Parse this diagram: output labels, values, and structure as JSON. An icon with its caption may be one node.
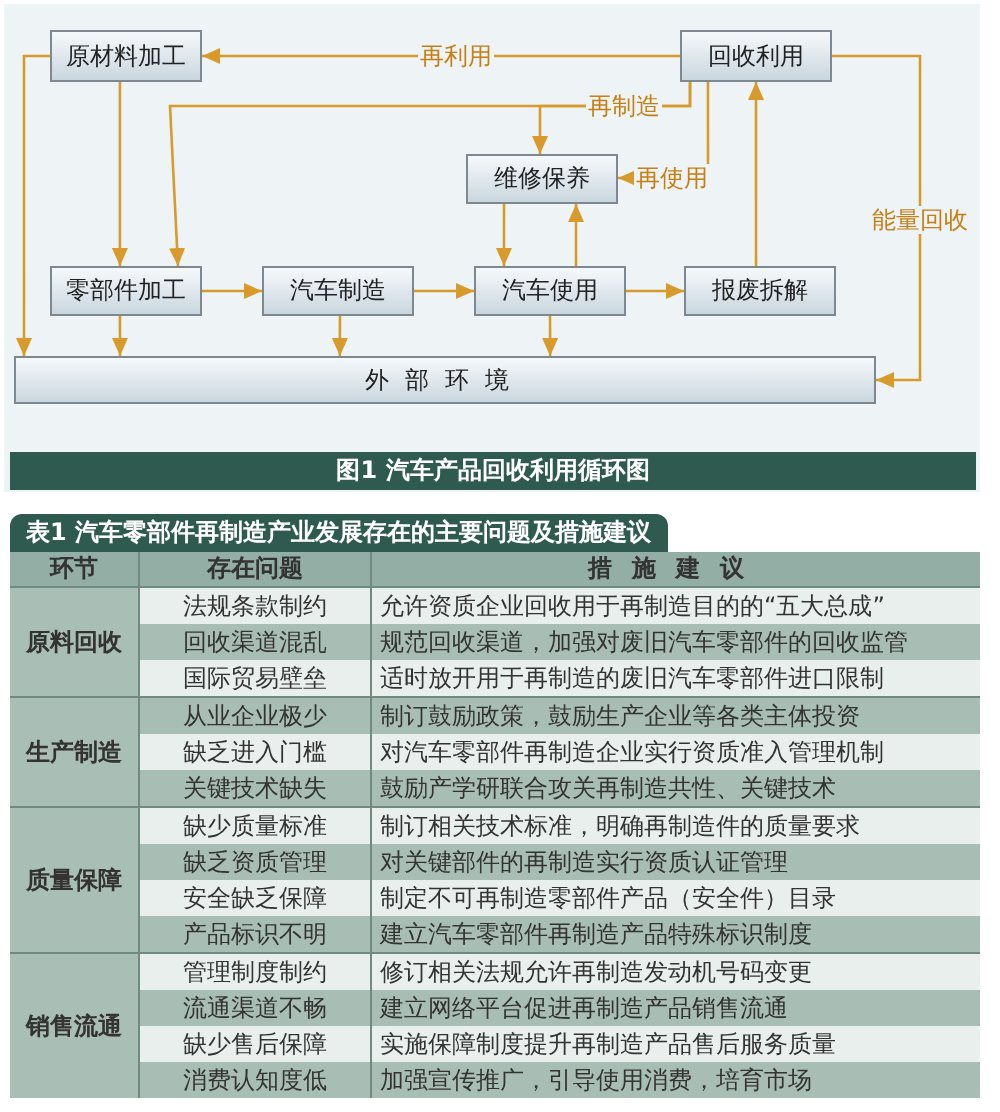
{
  "diagram": {
    "caption": "图1 汽车产品回收利用循环图",
    "nodes": [
      {
        "text": [
          "原材料加工"
        ]
      },
      {
        "text": [
          "回收利用"
        ]
      },
      {
        "text": [
          "维修保养"
        ]
      },
      {
        "text": [
          "零部件加工"
        ]
      },
      {
        "text": [
          "汽车制造"
        ]
      },
      {
        "text": [
          "汽车使用"
        ]
      },
      {
        "text": [
          "报废拆解"
        ]
      },
      {
        "text": [
          "外部环境"
        ]
      }
    ],
    "edges": [
      {
        "from": 1,
        "to": 0,
        "arrow": "to",
        "label": "再利用"
      },
      {
        "from": 1,
        "to": 3,
        "arrow": "to",
        "label": "再制造"
      },
      {
        "from": 1,
        "to": 2,
        "arrow": "to"
      },
      {
        "from": 1,
        "to": 2,
        "arrow": "to",
        "label": "再使用"
      },
      {
        "from": 0,
        "to": 3,
        "arrow": "to"
      },
      {
        "from": 0,
        "to": 7,
        "arrow": "to"
      },
      {
        "from": 3,
        "to": 4,
        "arrow": "to"
      },
      {
        "from": 4,
        "to": 5,
        "arrow": "to"
      },
      {
        "from": 5,
        "to": 6,
        "arrow": "to"
      },
      {
        "from": 2,
        "to": 5,
        "arrow": "to"
      },
      {
        "from": 5,
        "to": 2,
        "arrow": "to"
      },
      {
        "from": 6,
        "to": 1,
        "arrow": "to"
      },
      {
        "from": 3,
        "to": 7,
        "arrow": "to"
      },
      {
        "from": 4,
        "to": 7,
        "arrow": "to"
      },
      {
        "from": 5,
        "to": 7,
        "arrow": "to"
      },
      {
        "from": 1,
        "to": 7,
        "arrow": "to",
        "label": "能量回收"
      }
    ],
    "labels": [
      "表1 汽车零部件再制造产业发展存在的主要问题及措施建议",
      "环节",
      "存在问题",
      "措施建议",
      "原料回收",
      "法规条款制约",
      "允许资质企业回收用于再制造目的的“五大总成”",
      "回收渠道混乱",
      "规范回收渠道，加强对废旧汽车零部件的回收监管",
      "国际贸易壁垒",
      "适时放开用于再制造的废旧汽车零部件进口限制",
      "生产制造",
      "从业企业极少",
      "制订鼓励政策，鼓励生产企业等各类主体投资",
      "缺乏进入门槛",
      "对汽车零部件再制造企业实行资质准入管理机制",
      "关键技术缺失",
      "鼓励产学研联合攻关再制造共性、关键技术",
      "质量保障",
      "缺少质量标准",
      "制订相关技术标准，明确再制造件的质量要求",
      "缺乏资质管理",
      "对关键部件的再制造实行资质认证管理",
      "安全缺乏保障",
      "制定不可再制造零部件产品（安全件）目录",
      "产品标识不明",
      "建立汽车零部件再制造产品特殊标识制度",
      "销售流通",
      "管理制度制约",
      "修订相关法规允许再制造发动机号码变更",
      "流通渠道不畅",
      "建立网络平台促进再制造产品销售流通",
      "缺少售后保障",
      "实施保障制度提升再制造产品售后服务质量",
      "消费认知度低",
      "加强宣传推广，引导使用消费，培育市场"
    ]
  }
}
